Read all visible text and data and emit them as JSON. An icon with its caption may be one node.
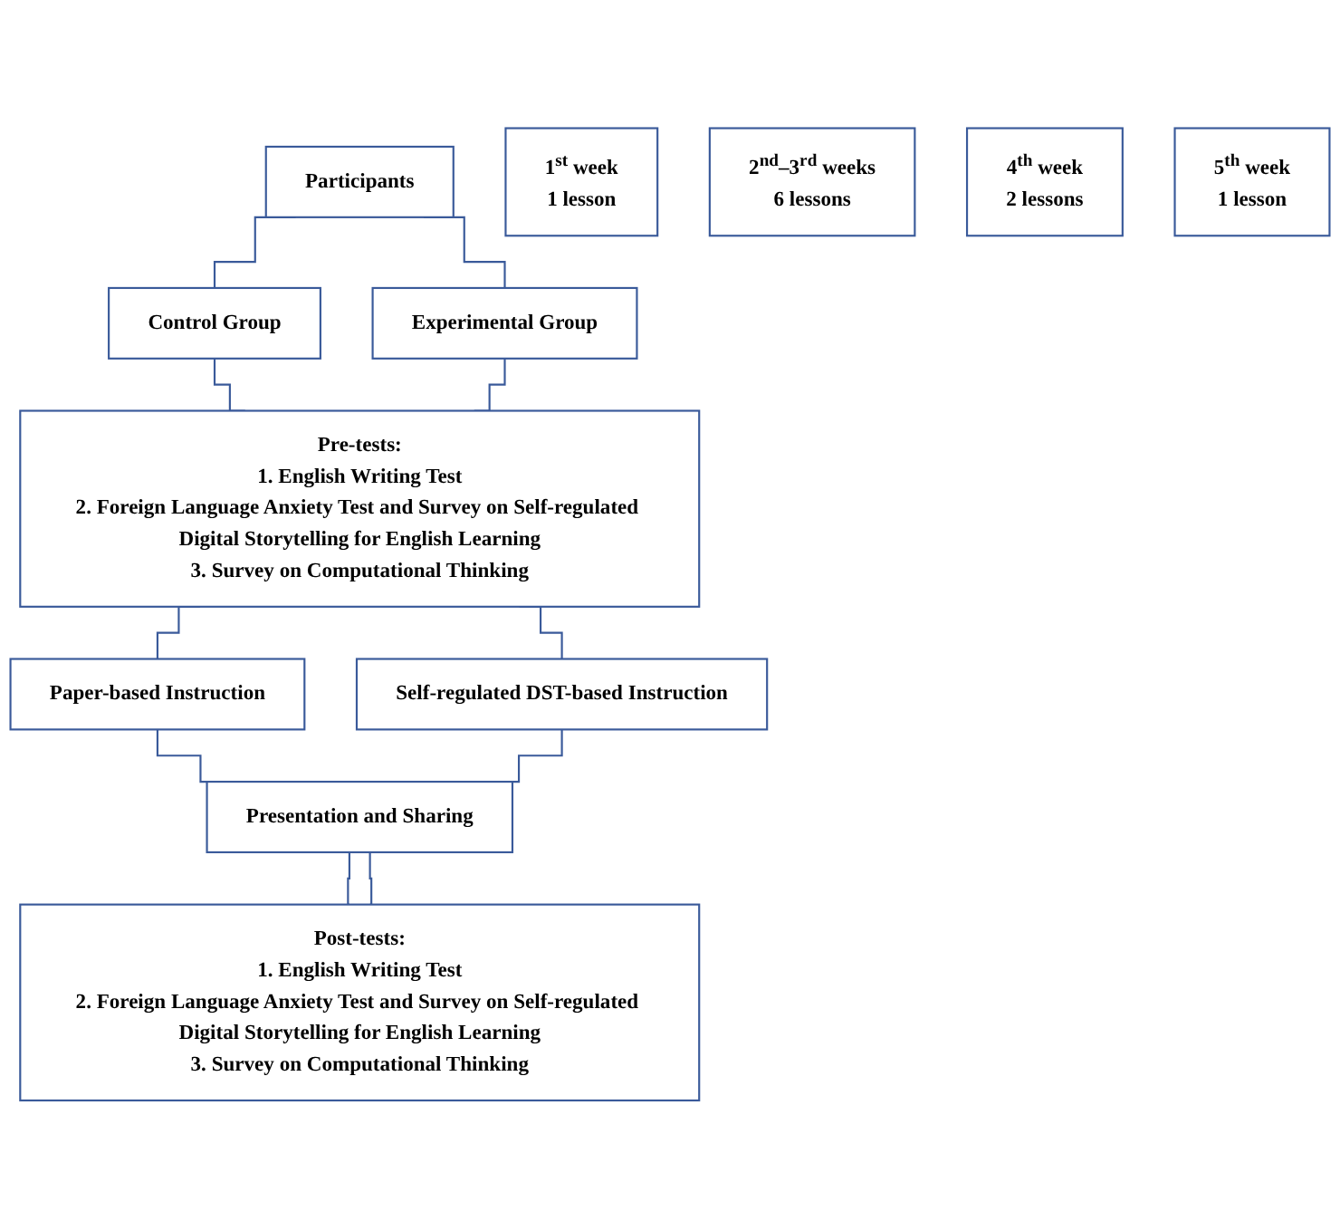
{
  "diagram": {
    "nodes": [
      {
        "text": [
          "Participants"
        ]
      },
      {
        "text": [
          "Control Group"
        ]
      },
      {
        "text": [
          "Experimental Group"
        ]
      },
      {
        "text": [
          "Pre-tests:",
          "1. English Writing Test",
          "2. Foreign Language Anxiety Test and Survey on Self-regulated Digital Storytelling for English Learning",
          "3. Survey on Computational Thinking"
        ]
      },
      {
        "text": [
          "1$^{st}$ week",
          "1 lesson"
        ]
      },
      {
        "text": [
          "Paper-based Instruction"
        ]
      },
      {
        "text": [
          "Self-regulated DST-based Instruction"
        ]
      },
      {
        "text": [
          "2$^{nd}$–3$^{rd}$ weeks",
          "6 lessons"
        ]
      },
      {
        "text": [
          "Presentation and Sharing"
        ]
      },
      {
        "text": [
          "4$^{th}$ week",
          "2 lessons"
        ]
      },
      {
        "text": [
          "Post-tests:",
          "1. English Writing Test",
          "2. Foreign Language Anxiety Test and Survey on Self-regulated Digital Storytelling for English Learning",
          "3. Survey on Computational Thinking"
        ]
      },
      {
        "text": [
          "5$^{th}$ week",
          "1 lesson"
        ]
      }
    ],
    "edges": [
      {
        "from": 0,
        "to": 1,
        "arrow": "none"
      },
      {
        "from": 0,
        "to": 2,
        "arrow": "none"
      },
      {
        "from": 1,
        "to": 3,
        "arrow": "none"
      },
      {
        "from": 2,
        "to": 3,
        "arrow": "none"
      },
      {
        "from": 3,
        "to": 5,
        "arrow": "none"
      },
      {
        "from": 3,
        "to": 6,
        "arrow": "none"
      },
      {
        "from": 5,
        "to": 8,
        "arrow": "none"
      },
      {
        "from": 6,
        "to": 8,
        "arrow": "none"
      },
      {
        "from": 8,
        "to": 10,
        "arrow": "none"
      },
      {
        "from": 8,
        "to": 10,
        "arrow": "none"
      }
    ]
  }
}
